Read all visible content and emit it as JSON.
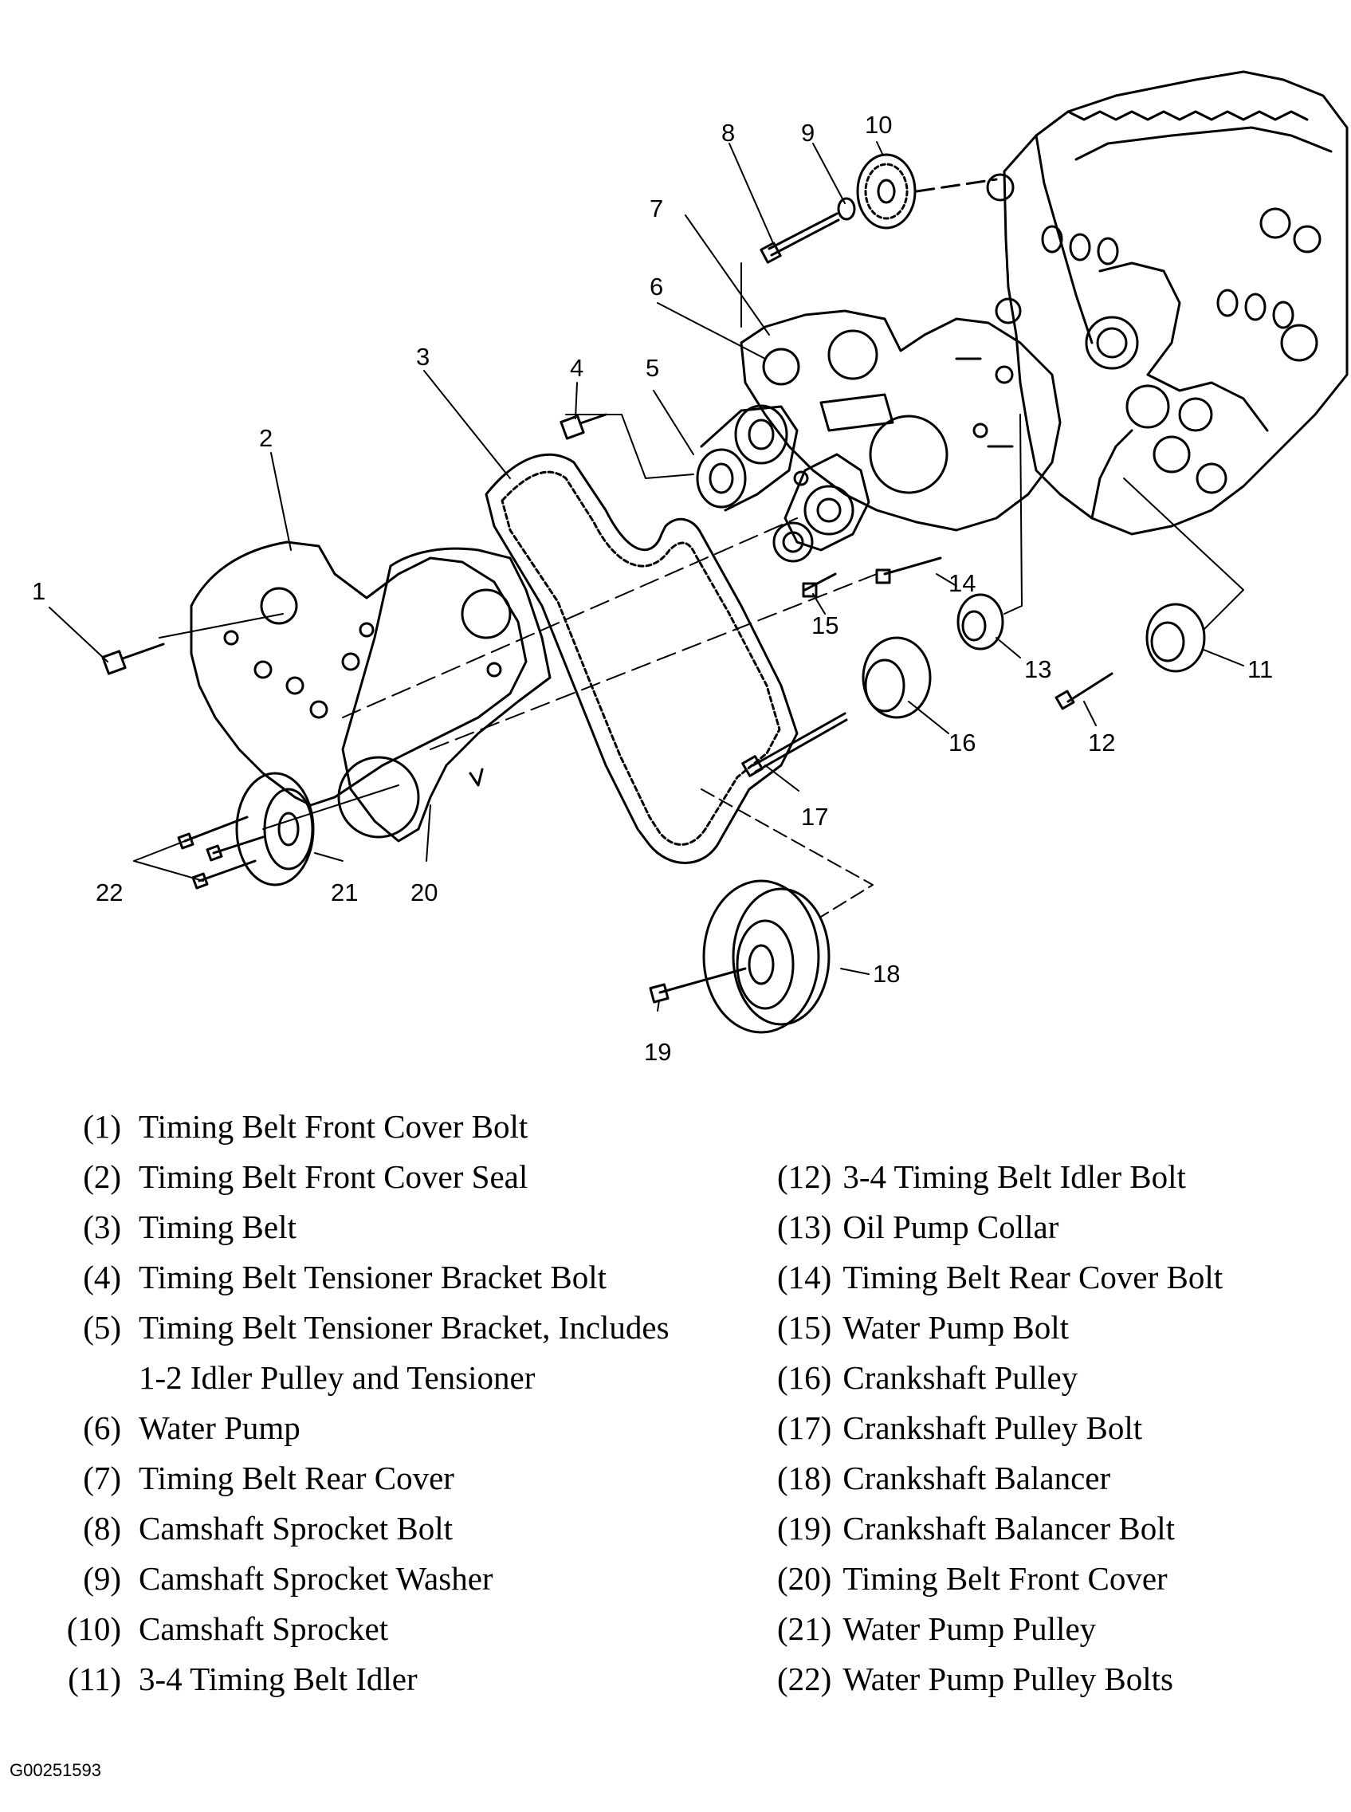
{
  "callouts": [
    "1",
    "2",
    "3",
    "4",
    "5",
    "6",
    "7",
    "8",
    "9",
    "10",
    "11",
    "12",
    "13",
    "14",
    "15",
    "16",
    "17",
    "18",
    "19",
    "20",
    "21",
    "22"
  ],
  "legend_left": [
    {
      "num": "(1)",
      "label": "Timing Belt Front Cover Bolt"
    },
    {
      "num": "(2)",
      "label": "Timing Belt Front Cover Seal"
    },
    {
      "num": "(3)",
      "label": "Timing Belt"
    },
    {
      "num": "(4)",
      "label": "Timing Belt Tensioner Bracket Bolt"
    },
    {
      "num": "(5)",
      "label": "Timing Belt Tensioner Bracket, Includes\n1-2 Idler Pulley and Tensioner"
    },
    {
      "num": "(6)",
      "label": "Water Pump"
    },
    {
      "num": "(7)",
      "label": "Timing Belt Rear Cover"
    },
    {
      "num": "(8)",
      "label": "Camshaft Sprocket Bolt"
    },
    {
      "num": "(9)",
      "label": "Camshaft Sprocket Washer"
    },
    {
      "num": "(10)",
      "label": "Camshaft Sprocket"
    },
    {
      "num": "(11)",
      "label": "3-4 Timing Belt Idler"
    }
  ],
  "legend_right": [
    {
      "num": "(12)",
      "label": "3-4 Timing Belt Idler Bolt"
    },
    {
      "num": "(13)",
      "label": "Oil Pump Collar"
    },
    {
      "num": "(14)",
      "label": "Timing Belt Rear Cover Bolt"
    },
    {
      "num": "(15)",
      "label": "Water Pump Bolt"
    },
    {
      "num": "(16)",
      "label": "Crankshaft Pulley"
    },
    {
      "num": "(17)",
      "label": "Crankshaft Pulley Bolt"
    },
    {
      "num": "(18)",
      "label": "Crankshaft Balancer"
    },
    {
      "num": "(19)",
      "label": "Crankshaft Balancer Bolt"
    },
    {
      "num": "(20)",
      "label": "Timing Belt Front Cover"
    },
    {
      "num": "(21)",
      "label": "Water Pump Pulley"
    },
    {
      "num": "(22)",
      "label": "Water Pump Pulley Bolts"
    }
  ],
  "figure_id": "G00251593"
}
